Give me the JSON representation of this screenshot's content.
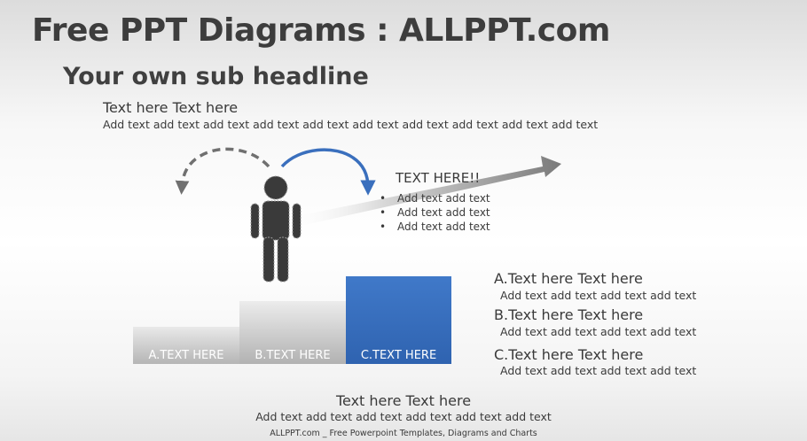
{
  "slide": {
    "title": "Free PPT Diagrams : ALLPPT.com",
    "subheadline": "Your own sub headline",
    "intro": {
      "heading": "Text here Text here",
      "body": "Add text add text add text add text add text add text add text add text add text add text"
    },
    "callout": {
      "title": "TEXT HERE!!",
      "bullets": [
        "Add text add text",
        "Add text add text",
        "Add text add text"
      ]
    },
    "steps": [
      {
        "label": "A.TEXT HERE",
        "color": "#b8b8b8"
      },
      {
        "label": "B.TEXT HERE",
        "color": "#b5b5b5"
      },
      {
        "label": "C.TEXT HERE",
        "color": "#3a6fbd"
      }
    ],
    "items": [
      {
        "title": "A.Text here Text here",
        "body": "Add text add text add text add text"
      },
      {
        "title": "B.Text here Text here",
        "body": "Add text add text add text add text"
      },
      {
        "title": "C.Text here Text here",
        "body": "Add text add text add text add text"
      }
    ],
    "bottom": {
      "heading": "Text here Text here",
      "body": "Add text add text add text add text add text add text"
    },
    "footer": "ALLPPT.com _ Free Powerpoint Templates, Diagrams and Charts",
    "colors": {
      "accent_blue": "#3a6fbd",
      "dashed_arrow": "#707070",
      "figure": "#3a3a3a"
    },
    "icons": [
      "person-icon",
      "dashed-curved-arrow-icon",
      "curved-arrow-icon",
      "rising-arrow-icon"
    ]
  }
}
